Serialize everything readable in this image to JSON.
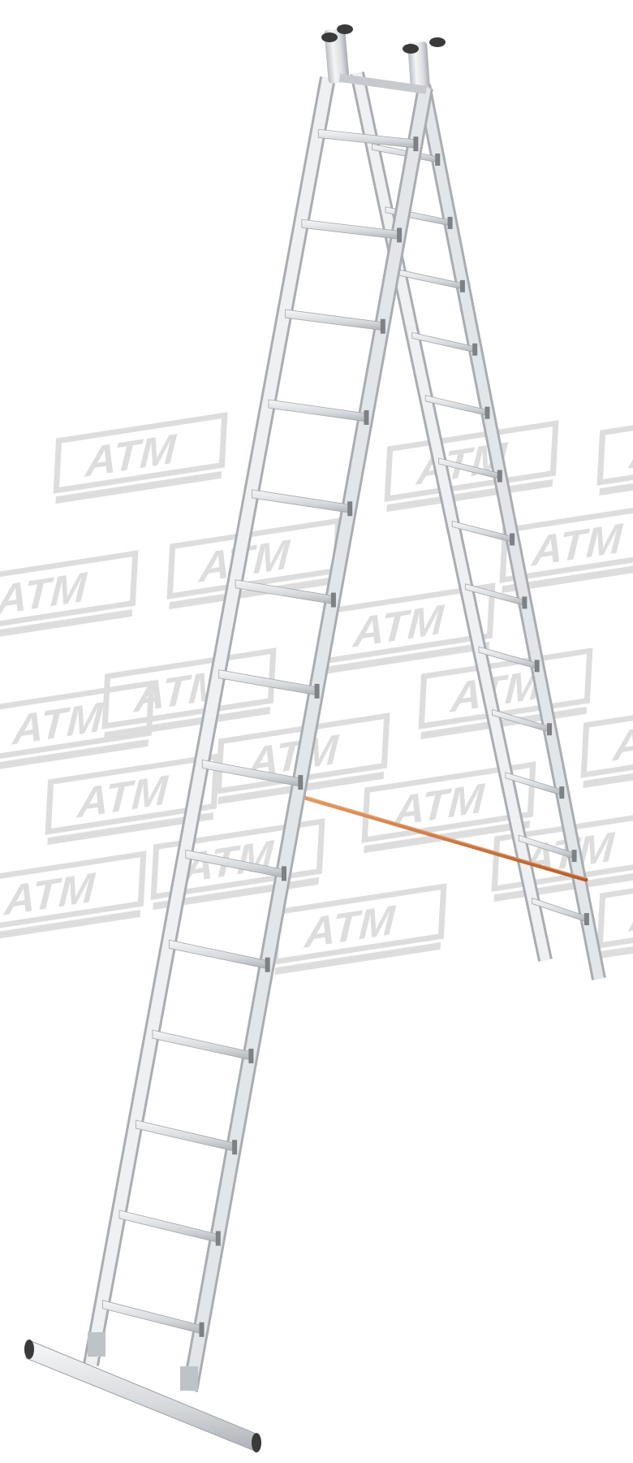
{
  "image": {
    "subject": "aluminium double ladder",
    "watermark": {
      "text": "ATM",
      "color": "#dadada"
    },
    "colors": {
      "background": "#ffffff",
      "aluminium_light": "#f3f4f5",
      "aluminium_mid": "#d9dcdf",
      "aluminium_dark": "#a9adb2",
      "end_caps": "#3a3a3a",
      "safety_strap": "#c8703c"
    },
    "front_section": {
      "rungs": 14
    },
    "rear_section": {
      "rungs": 13
    }
  }
}
